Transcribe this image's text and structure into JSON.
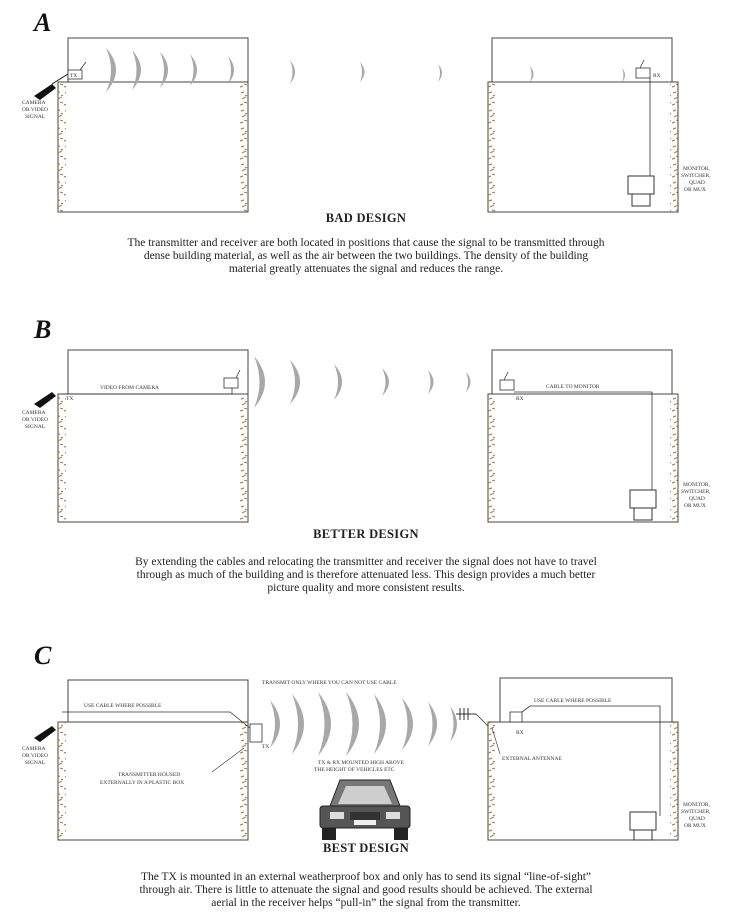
{
  "panels": [
    {
      "letter": "A",
      "camera_label": [
        "CAMERA",
        "OR VIDEO",
        "SIGNAL"
      ],
      "tx_label": "TX",
      "rx_label": "RX",
      "monitor_label": [
        "MONITOR,",
        "SWITCHER,",
        "QUAD",
        "OR MUX"
      ],
      "heading": "BAD DESIGN",
      "caption": [
        "The transmitter and receiver are both located in positions that cause the signal to be transmitted through",
        "dense building material, as well as the air between the two buildings. The density of the building",
        "material greatly attenuates the signal and reduces the range."
      ]
    },
    {
      "letter": "B",
      "camera_label": [
        "CAMERA",
        "OR VIDEO",
        "SIGNAL"
      ],
      "tx_label": "TX",
      "rx_label": "RX",
      "video_cable_label": "VIDEO FROM CAMERA",
      "monitor_cable_label": "CABLE TO MONITOR",
      "monitor_label": [
        "MONITOR,",
        "SWITCHER,",
        "QUAD",
        "OR MUX"
      ],
      "heading": "BETTER DESIGN",
      "caption": [
        "By extending the cables and relocating the transmitter and receiver the signal does not have to travel",
        "through as much of the building and is therefore attenuated less. This design provides a much better",
        "picture quality and more consistent results."
      ]
    },
    {
      "letter": "C",
      "camera_label": [
        "CAMERA",
        "OR VIDEO",
        "SIGNAL"
      ],
      "tx_label": "TX",
      "rx_label": "RX",
      "left_cable_label": "USE CABLE WHERE POSSIBLE",
      "right_cable_label": "USE CABLE WHERE POSSIBLE",
      "transmit_note": "TRANSMIT ONLY WHERE YOU CAN NOT USE CABLE",
      "height_note": [
        "TX & RX MOUNTED HIGH ABOVE",
        "THE HEIGHT OF VEHICLES ETC"
      ],
      "tx_box_note": [
        "TRANSMITTER HOUSED",
        "EXTERNALLY IN A PLASTIC BOX"
      ],
      "antenna_label": "EXTERNAL ANTENNAE",
      "monitor_label": [
        "MONITOR,",
        "SWITCHER,",
        "QUAD",
        "OR MUX"
      ],
      "heading": "BEST DESIGN",
      "caption": [
        "The TX is mounted in an external weatherproof box and only has to send its signal “line-of-sight”",
        "through air. There is little to attenuate the signal and good results should be achieved. The external",
        "aerial in the receiver helps “pull-in” the signal from the transmitter."
      ]
    }
  ]
}
